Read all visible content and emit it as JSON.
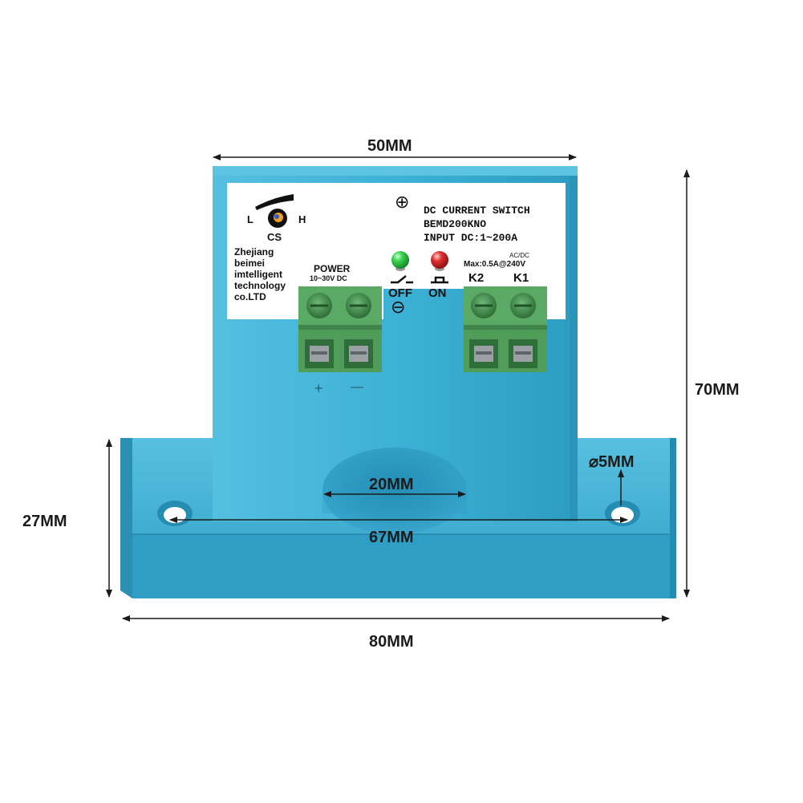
{
  "colors": {
    "body": "#3db1d6",
    "body_dark": "#2a93b8",
    "body_light": "#62c4e2",
    "label_bg": "#ffffff",
    "terminal": "#4a9a55",
    "terminal_dark": "#2f6e3a",
    "led_green": "#2fbf43",
    "led_red": "#d42a2a",
    "dimension_line": "#1b1b1b"
  },
  "dimensions": {
    "top_width": "50MM",
    "height": "70MM",
    "base_height": "27MM",
    "hole_diameter": "⌀5MM",
    "aperture": "20MM",
    "hole_spacing": "67MM",
    "base_width": "80MM"
  },
  "label": {
    "title": "DC CURRENT SWITCH",
    "model": "BEMD200KNO",
    "input": "INPUT DC:1~200A",
    "plus_symbol": "⊕",
    "minus_symbol": "⊖",
    "knob": {
      "low": "L",
      "high": "H",
      "name": "CS"
    },
    "company_lines": [
      "Zhejiang",
      "beimei",
      "imtelligent",
      "technology",
      "co.LTD"
    ],
    "power_title": "POWER",
    "power_range": "10~30V DC",
    "off_label": "OFF",
    "on_label": "ON",
    "relay_rating_top": "AC/DC",
    "relay_rating": "Max:0.5A@240V",
    "k2": "K2",
    "k1": "K1"
  },
  "terminal_polarity": {
    "plus": "+",
    "minus": "—"
  },
  "icons": [
    "knob-icon",
    "led-green-icon",
    "led-red-icon",
    "switch-off-icon",
    "switch-on-icon",
    "plus-circle-icon",
    "minus-circle-icon"
  ]
}
